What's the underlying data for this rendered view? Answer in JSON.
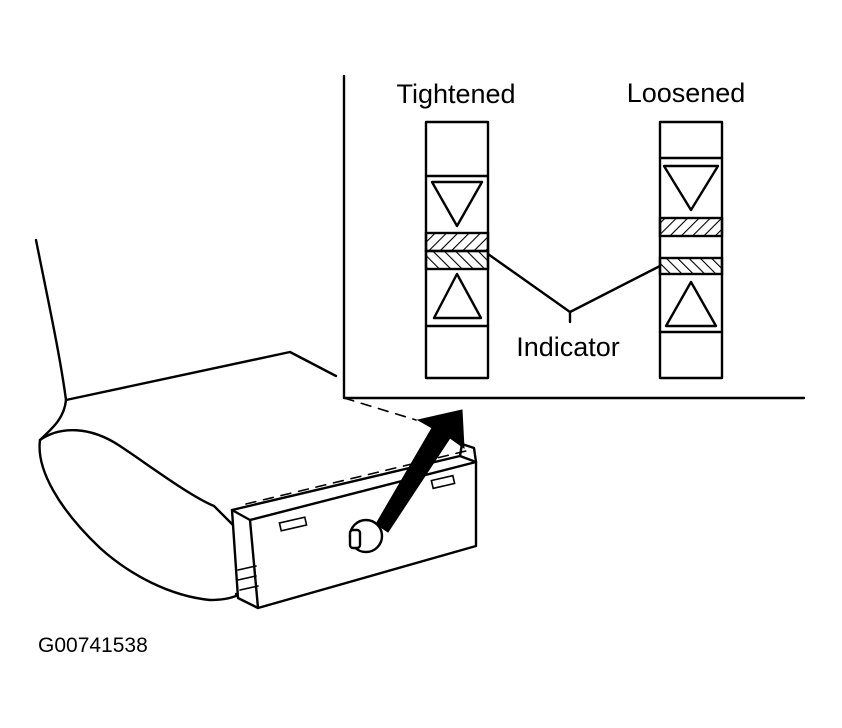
{
  "labels": {
    "tightened": "Tightened",
    "loosened": "Loosened",
    "indicator": "Indicator",
    "figure_id": "G00741538"
  },
  "colors": {
    "ink": "#000000",
    "paper": "#ffffff"
  }
}
